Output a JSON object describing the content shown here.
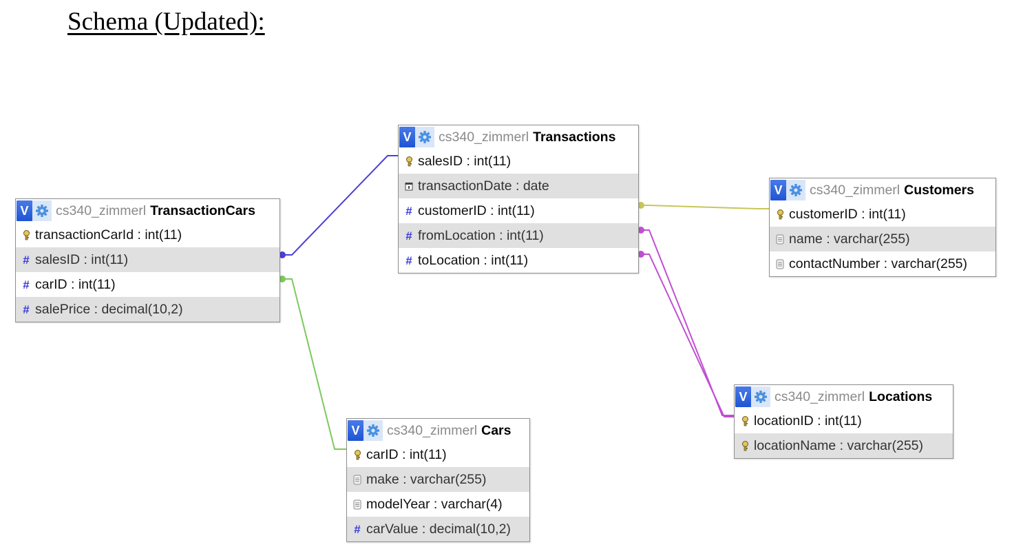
{
  "page": {
    "title": "Schema (Updated):"
  },
  "toggle_label": "V",
  "tables": {
    "transaction_cars": {
      "db": "cs340_zimmerl",
      "name": "TransactionCars",
      "columns": [
        {
          "label": "transactionCarId : int(11)",
          "icon": "key-icon"
        },
        {
          "label": "salesID : int(11)",
          "icon": "hash-icon"
        },
        {
          "label": "carID : int(11)",
          "icon": "hash-icon"
        },
        {
          "label": "salePrice : decimal(10,2)",
          "icon": "hash-icon"
        }
      ]
    },
    "transactions": {
      "db": "cs340_zimmerl",
      "name": "Transactions",
      "columns": [
        {
          "label": "salesID : int(11)",
          "icon": "key-icon"
        },
        {
          "label": "transactionDate : date",
          "icon": "calendar-icon"
        },
        {
          "label": "customerID : int(11)",
          "icon": "hash-icon"
        },
        {
          "label": "fromLocation : int(11)",
          "icon": "hash-icon"
        },
        {
          "label": "toLocation : int(11)",
          "icon": "hash-icon"
        }
      ]
    },
    "customers": {
      "db": "cs340_zimmerl",
      "name": "Customers",
      "columns": [
        {
          "label": "customerID : int(11)",
          "icon": "key-icon"
        },
        {
          "label": "name : varchar(255)",
          "icon": "text-icon"
        },
        {
          "label": "contactNumber : varchar(255)",
          "icon": "text-icon"
        }
      ]
    },
    "cars": {
      "db": "cs340_zimmerl",
      "name": "Cars",
      "columns": [
        {
          "label": "carID : int(11)",
          "icon": "key-icon"
        },
        {
          "label": "make : varchar(255)",
          "icon": "text-icon"
        },
        {
          "label": "modelYear : varchar(4)",
          "icon": "text-icon"
        },
        {
          "label": "carValue : decimal(10,2)",
          "icon": "hash-icon"
        }
      ]
    },
    "locations": {
      "db": "cs340_zimmerl",
      "name": "Locations",
      "columns": [
        {
          "label": "locationID : int(11)",
          "icon": "key-icon"
        },
        {
          "label": "locationName : varchar(255)",
          "icon": "key-icon"
        }
      ]
    }
  },
  "relations": [
    {
      "from": "TransactionCars.salesID",
      "to": "Transactions.salesID",
      "color": "#4b3fd6"
    },
    {
      "from": "TransactionCars.carID",
      "to": "Cars.carID",
      "color": "#7cc95a"
    },
    {
      "from": "Transactions.customerID",
      "to": "Customers.customerID",
      "color": "#c9c65a"
    },
    {
      "from": "Transactions.fromLocation",
      "to": "Locations.locationID",
      "color": "#c04fd2"
    },
    {
      "from": "Transactions.toLocation",
      "to": "Locations.locationID",
      "color": "#c04fd2"
    }
  ]
}
